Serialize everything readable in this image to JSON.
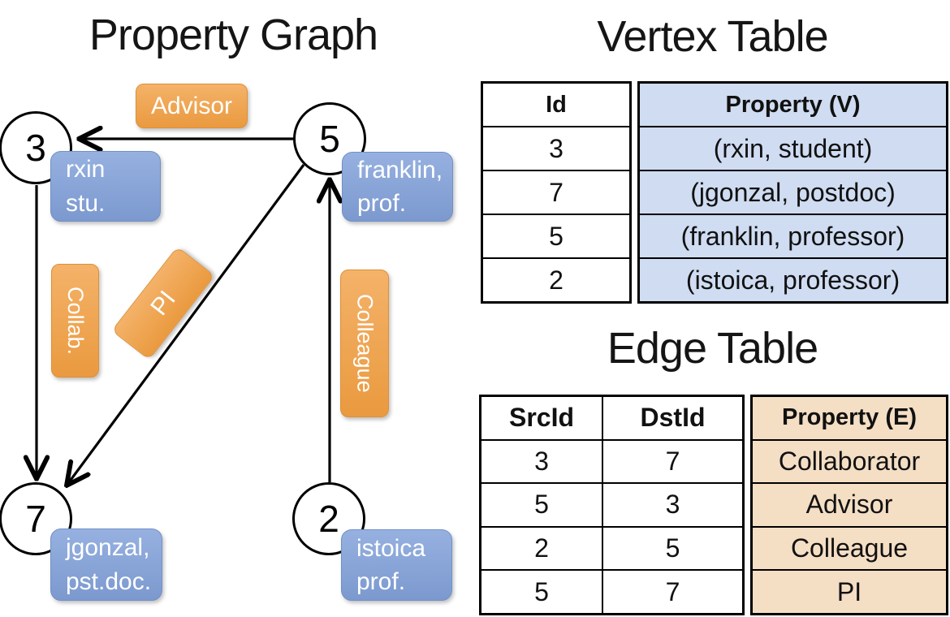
{
  "titles": {
    "graph": "Property Graph",
    "vertex": "Vertex Table",
    "edge": "Edge Table"
  },
  "graph": {
    "nodes": {
      "n3": "3",
      "n5": "5",
      "n7": "7",
      "n2": "2"
    },
    "edge_labels": {
      "advisor": "Advisor",
      "collab": "Collab.",
      "pi": "PI",
      "colleague": "Colleague"
    },
    "vertex_labels": {
      "rxin": {
        "line1": "rxin",
        "line2": "stu."
      },
      "franklin": {
        "line1": "franklin,",
        "line2": "prof."
      },
      "jgonzal": {
        "line1": "jgonzal,",
        "line2": "pst.doc."
      },
      "istoica": {
        "line1": "istoica",
        "line2": "prof."
      }
    }
  },
  "vertex_table": {
    "headers": {
      "id": "Id",
      "property": "Property (V)"
    },
    "rows": [
      {
        "id": "3",
        "property": "(rxin, student)"
      },
      {
        "id": "7",
        "property": "(jgonzal, postdoc)"
      },
      {
        "id": "5",
        "property": "(franklin, professor)"
      },
      {
        "id": "2",
        "property": "(istoica, professor)"
      }
    ]
  },
  "edge_table": {
    "headers": {
      "src": "SrcId",
      "dst": "DstId",
      "property": "Property (E)"
    },
    "rows": [
      {
        "src": "3",
        "dst": "7",
        "property": "Collaborator"
      },
      {
        "src": "5",
        "dst": "3",
        "property": "Advisor"
      },
      {
        "src": "2",
        "dst": "5",
        "property": "Colleague"
      },
      {
        "src": "5",
        "dst": "7",
        "property": "PI"
      }
    ]
  },
  "colors": {
    "edge_label_fill": "#EFA652",
    "vertex_label_fill": "#87A3D8",
    "vertex_property_bg": "#CFDCF1",
    "edge_property_bg": "#F4DEC4",
    "line": "#000000"
  }
}
